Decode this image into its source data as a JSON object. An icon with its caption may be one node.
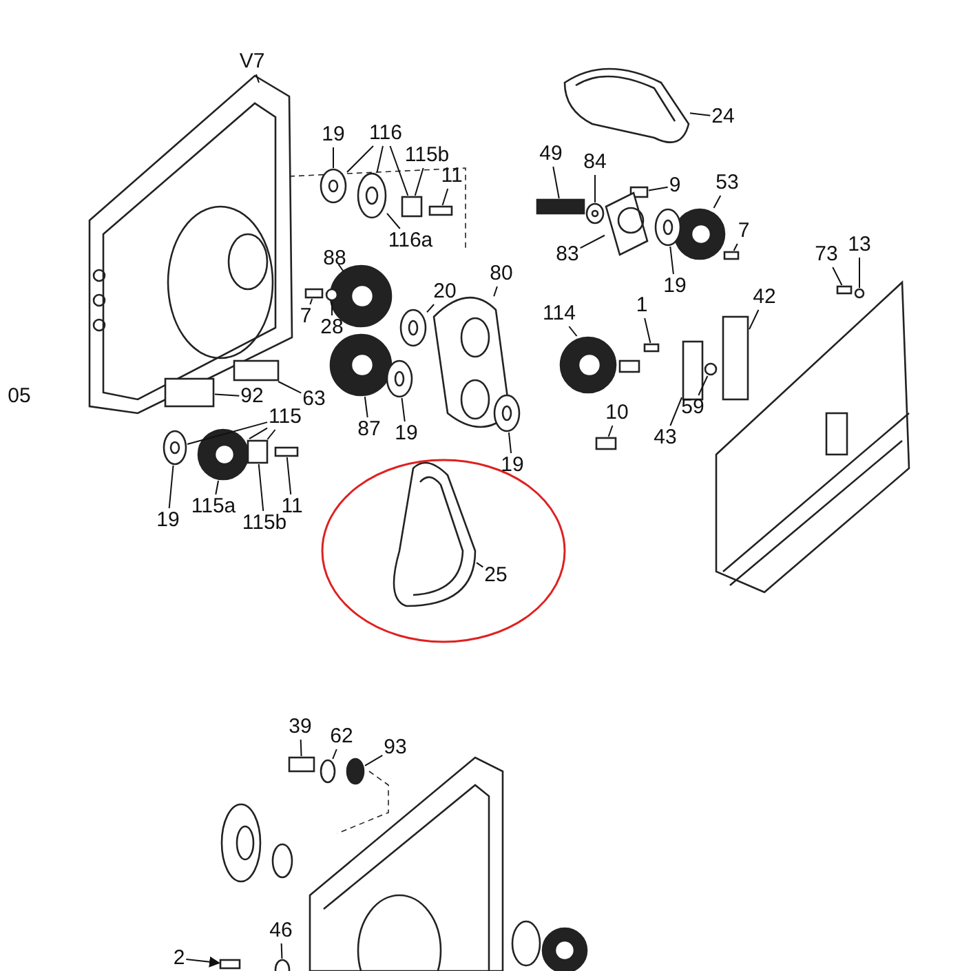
{
  "diagram": {
    "nodes": [
      {
        "text": [
          "V7"
        ]
      },
      {
        "text": [
          "24"
        ]
      },
      {
        "text": [
          "19"
        ]
      },
      {
        "text": [
          "116"
        ]
      },
      {
        "text": [
          "49"
        ]
      },
      {
        "text": [
          "115b"
        ]
      },
      {
        "text": [
          "84"
        ]
      },
      {
        "text": [
          "53"
        ]
      },
      {
        "text": [
          "9"
        ]
      },
      {
        "text": [
          "11"
        ]
      },
      {
        "text": [
          "7"
        ]
      },
      {
        "text": [
          "116a"
        ]
      },
      {
        "text": [
          "73"
        ]
      },
      {
        "text": [
          "13"
        ]
      },
      {
        "text": [
          "83"
        ]
      },
      {
        "text": [
          "88"
        ]
      },
      {
        "text": [
          "80"
        ]
      },
      {
        "text": [
          "19"
        ]
      },
      {
        "text": [
          "20"
        ]
      },
      {
        "text": [
          "42"
        ]
      },
      {
        "text": [
          "1"
        ]
      },
      {
        "text": [
          "7"
        ]
      },
      {
        "text": [
          "114"
        ]
      },
      {
        "text": [
          "28"
        ]
      },
      {
        "text": [
          "92"
        ]
      },
      {
        "text": [
          "63"
        ]
      },
      {
        "text": [
          "59"
        ]
      },
      {
        "text": [
          "10"
        ]
      },
      {
        "text": [
          "115"
        ]
      },
      {
        "text": [
          "87"
        ]
      },
      {
        "text": [
          "19"
        ]
      },
      {
        "text": [
          "43"
        ]
      },
      {
        "text": [
          "19"
        ]
      },
      {
        "text": [
          "115a"
        ]
      },
      {
        "text": [
          "11"
        ]
      },
      {
        "text": [
          "19"
        ]
      },
      {
        "text": [
          "115b"
        ]
      },
      {
        "text": [
          "25"
        ]
      },
      {
        "text": [
          "39"
        ]
      },
      {
        "text": [
          "62"
        ]
      },
      {
        "text": [
          "93"
        ]
      },
      {
        "text": [
          "2"
        ]
      },
      {
        "text": [
          "46"
        ]
      },
      {
        "text": [],
        "shape": "picture"
      },
      {
        "text": [],
        "shape": "picture"
      },
      {
        "text": [],
        "shape": "picture"
      },
      {
        "text": [],
        "shape": "picture"
      },
      {
        "text": [],
        "shape": "box"
      },
      {
        "text": [],
        "shape": "box"
      },
      {
        "text": [],
        "shape": "picture"
      },
      {
        "text": [],
        "shape": "picture"
      },
      {
        "text": [],
        "shape": "box"
      },
      {
        "text": [],
        "shape": "box"
      },
      {
        "text": [],
        "shape": "box"
      },
      {
        "text": [],
        "shape": "box"
      },
      {
        "text": [],
        "shape": "circle"
      },
      {
        "text": [],
        "shape": "picture"
      },
      {
        "text": [],
        "shape": "picture"
      },
      {
        "text": [],
        "shape": "picture"
      },
      {
        "text": [],
        "shape": "picture"
      },
      {
        "text": [],
        "shape": "picture"
      },
      {
        "text": [],
        "shape": "box"
      },
      {
        "text": [],
        "shape": "box"
      },
      {
        "text": [],
        "shape": "box"
      },
      {
        "text": [],
        "shape": "picture"
      },
      {
        "text": [],
        "shape": "circle"
      },
      {
        "text": [],
        "shape": "box"
      },
      {
        "text": [],
        "shape": "box"
      },
      {
        "text": [],
        "shape": "circle"
      },
      {
        "text": [],
        "shape": "box"
      },
      {
        "text": [],
        "shape": "picture"
      },
      {
        "text": [],
        "shape": "picture"
      },
      {
        "text": [],
        "shape": "box"
      },
      {
        "text": [],
        "shape": "picture"
      },
      {
        "text": [],
        "shape": "picture"
      },
      {
        "text": [],
        "shape": "box"
      },
      {
        "text": [],
        "shape": "picture"
      },
      {
        "text": [],
        "shape": "box"
      },
      {
        "text": [],
        "shape": "picture"
      },
      {
        "text": [],
        "shape": "box"
      },
      {
        "text": [],
        "shape": "circle"
      },
      {
        "text": [],
        "shape": "circle"
      },
      {
        "text": [],
        "shape": "box"
      },
      {
        "text": [],
        "shape": "circle"
      }
    ],
    "edges": [
      {
        "from": 0,
        "to": 43,
        "arrow": "none"
      },
      {
        "from": 1,
        "to": 44,
        "arrow": "none"
      },
      {
        "from": 2,
        "to": 45,
        "arrow": "none"
      },
      {
        "from": 3,
        "to": 45,
        "arrow": "none"
      },
      {
        "from": 3,
        "to": 46,
        "arrow": "none"
      },
      {
        "from": 3,
        "to": 47,
        "arrow": "none"
      },
      {
        "from": 4,
        "to": 48,
        "arrow": "none"
      },
      {
        "from": 5,
        "to": 47,
        "arrow": "none"
      },
      {
        "from": 6,
        "to": 49,
        "arrow": "none"
      },
      {
        "from": 7,
        "to": 50,
        "arrow": "none"
      },
      {
        "from": 8,
        "to": 51,
        "arrow": "none"
      },
      {
        "from": 9,
        "to": 52,
        "arrow": "none"
      },
      {
        "from": 10,
        "to": 53,
        "arrow": "none"
      },
      {
        "from": 11,
        "to": 46,
        "arrow": "none"
      },
      {
        "from": 12,
        "to": 54,
        "arrow": "none"
      },
      {
        "from": 13,
        "to": 55,
        "arrow": "none"
      },
      {
        "from": 14,
        "to": 56,
        "arrow": "none"
      },
      {
        "from": 15,
        "to": 57,
        "arrow": "none"
      },
      {
        "from": 16,
        "to": 58,
        "arrow": "none"
      },
      {
        "from": 17,
        "to": 59,
        "arrow": "none"
      },
      {
        "from": 18,
        "to": 60,
        "arrow": "none"
      },
      {
        "from": 19,
        "to": 61,
        "arrow": "none"
      },
      {
        "from": 20,
        "to": 62,
        "arrow": "none"
      },
      {
        "from": 21,
        "to": 63,
        "arrow": "none"
      },
      {
        "from": 22,
        "to": 64,
        "arrow": "none"
      },
      {
        "from": 23,
        "to": 65,
        "arrow": "none"
      },
      {
        "from": 24,
        "to": 66,
        "arrow": "none"
      },
      {
        "from": 25,
        "to": 67,
        "arrow": "none"
      },
      {
        "from": 26,
        "to": 68,
        "arrow": "none"
      },
      {
        "from": 27,
        "to": 69,
        "arrow": "none"
      },
      {
        "from": 28,
        "to": 70,
        "arrow": "none"
      },
      {
        "from": 28,
        "to": 71,
        "arrow": "none"
      },
      {
        "from": 28,
        "to": 72,
        "arrow": "none"
      },
      {
        "from": 29,
        "to": 73,
        "arrow": "none"
      },
      {
        "from": 30,
        "to": 74,
        "arrow": "none"
      },
      {
        "from": 31,
        "to": 75,
        "arrow": "none"
      },
      {
        "from": 32,
        "to": 76,
        "arrow": "none"
      },
      {
        "from": 33,
        "to": 71,
        "arrow": "none"
      },
      {
        "from": 34,
        "to": 77,
        "arrow": "none"
      },
      {
        "from": 35,
        "to": 70,
        "arrow": "none"
      },
      {
        "from": 36,
        "to": 72,
        "arrow": "none"
      },
      {
        "from": 37,
        "to": 78,
        "arrow": "none"
      },
      {
        "from": 38,
        "to": 79,
        "arrow": "none"
      },
      {
        "from": 39,
        "to": 80,
        "arrow": "none"
      },
      {
        "from": 40,
        "to": 81,
        "arrow": "none"
      },
      {
        "from": 41,
        "to": 82,
        "arrow": "to"
      },
      {
        "from": 42,
        "to": 83,
        "arrow": "none"
      }
    ],
    "labels": [
      "05"
    ]
  }
}
